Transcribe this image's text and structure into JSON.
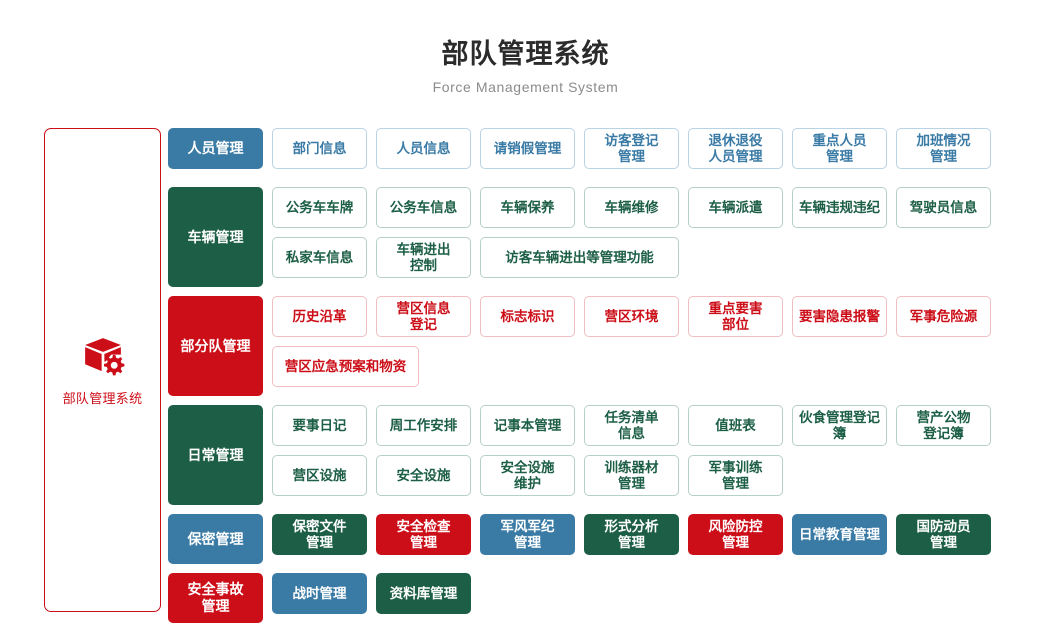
{
  "header": {
    "title": "部队管理系统",
    "subtitle": "Force Management System"
  },
  "sidebar": {
    "icon": "box-gear-icon",
    "label": "部队管理系统",
    "accent": "#cc0e18"
  },
  "colors": {
    "blue": "#3a7ba6",
    "green": "#1d5e46",
    "red": "#cc0e18",
    "blue_border": "#b8d3e3",
    "green_border": "#b7d0c5",
    "red_border": "#f0bdc0",
    "title": "#2b2b2b",
    "subtitle": "#8b8b8b"
  },
  "rows": [
    {
      "category": "人员管理",
      "category_color": "blue",
      "items": [
        {
          "label": "部门信息",
          "style": "v-blue",
          "width": "w1"
        },
        {
          "label": "人员信息",
          "style": "v-blue",
          "width": "w1"
        },
        {
          "label": "请销假管理",
          "style": "v-blue",
          "width": "w1"
        },
        {
          "label": "访客登记\n管理",
          "style": "v-blue",
          "width": "w1"
        },
        {
          "label": "退休退役\n人员管理",
          "style": "v-blue",
          "width": "w1"
        },
        {
          "label": "重点人员\n管理",
          "style": "v-blue",
          "width": "w1"
        },
        {
          "label": "加班情况\n管理",
          "style": "v-blue",
          "width": "w1"
        }
      ]
    },
    {
      "category": "车辆管理",
      "category_color": "green",
      "items": [
        {
          "label": "公务车车牌",
          "style": "v-green",
          "width": "w1"
        },
        {
          "label": "公务车信息",
          "style": "v-green",
          "width": "w1"
        },
        {
          "label": "车辆保养",
          "style": "v-green",
          "width": "w1"
        },
        {
          "label": "车辆维修",
          "style": "v-green",
          "width": "w1"
        },
        {
          "label": "车辆派遣",
          "style": "v-green",
          "width": "w1"
        },
        {
          "label": "车辆违规违纪",
          "style": "v-green",
          "width": "w1"
        },
        {
          "label": "驾驶员信息",
          "style": "v-green",
          "width": "w1"
        },
        {
          "label": "私家车信息",
          "style": "v-green",
          "width": "w1"
        },
        {
          "label": "车辆进出\n控制",
          "style": "v-green",
          "width": "w1"
        },
        {
          "label": "访客车辆进出等管理功能",
          "style": "v-green",
          "width": "w2"
        }
      ]
    },
    {
      "category": "部分队管理",
      "category_color": "red",
      "items": [
        {
          "label": "历史沿革",
          "style": "v-red",
          "width": "w1"
        },
        {
          "label": "营区信息\n登记",
          "style": "v-red",
          "width": "w1"
        },
        {
          "label": "标志标识",
          "style": "v-red",
          "width": "w1"
        },
        {
          "label": "营区环境",
          "style": "v-red",
          "width": "w1"
        },
        {
          "label": "重点要害\n部位",
          "style": "v-red",
          "width": "w1"
        },
        {
          "label": "要害隐患报警",
          "style": "v-red",
          "width": "w1"
        },
        {
          "label": "军事危险源",
          "style": "v-red",
          "width": "w1"
        },
        {
          "label": "营区应急预案和物资",
          "style": "v-red",
          "width": "w15"
        }
      ]
    },
    {
      "category": "日常管理",
      "category_color": "green",
      "items": [
        {
          "label": "要事日记",
          "style": "v-green",
          "width": "w1"
        },
        {
          "label": "周工作安排",
          "style": "v-green",
          "width": "w1"
        },
        {
          "label": "记事本管理",
          "style": "v-green",
          "width": "w1"
        },
        {
          "label": "任务清单\n信息",
          "style": "v-green",
          "width": "w1"
        },
        {
          "label": "值班表",
          "style": "v-green",
          "width": "w1"
        },
        {
          "label": "伙食管理登记簿",
          "style": "v-green",
          "width": "w1"
        },
        {
          "label": "营产公物\n登记簿",
          "style": "v-green",
          "width": "w1"
        },
        {
          "label": "营区设施",
          "style": "v-green",
          "width": "w1"
        },
        {
          "label": "安全设施",
          "style": "v-green",
          "width": "w1"
        },
        {
          "label": "安全设施\n维护",
          "style": "v-green",
          "width": "w1"
        },
        {
          "label": "训练器材\n管理",
          "style": "v-green",
          "width": "w1"
        },
        {
          "label": "军事训练\n管理",
          "style": "v-green",
          "width": "w1"
        }
      ]
    },
    {
      "category": "保密管理",
      "category_color": "blue",
      "items": [
        {
          "label": "保密文件\n管理",
          "style": "f-green",
          "width": "w1"
        },
        {
          "label": "安全检查\n管理",
          "style": "f-red",
          "width": "w1"
        },
        {
          "label": "军风军纪\n管理",
          "style": "f-blue",
          "width": "w1"
        },
        {
          "label": "形式分析\n管理",
          "style": "f-green",
          "width": "w1"
        },
        {
          "label": "风险防控\n管理",
          "style": "f-red",
          "width": "w1"
        },
        {
          "label": "日常教育管理",
          "style": "f-blue",
          "width": "w1"
        },
        {
          "label": "国防动员\n管理",
          "style": "f-green",
          "width": "w1"
        }
      ]
    },
    {
      "category": "安全事故\n管理",
      "category_color": "red",
      "items": [
        {
          "label": "战时管理",
          "style": "f-blue",
          "width": "w1"
        },
        {
          "label": "资料库管理",
          "style": "f-green",
          "width": "w1"
        }
      ]
    }
  ]
}
